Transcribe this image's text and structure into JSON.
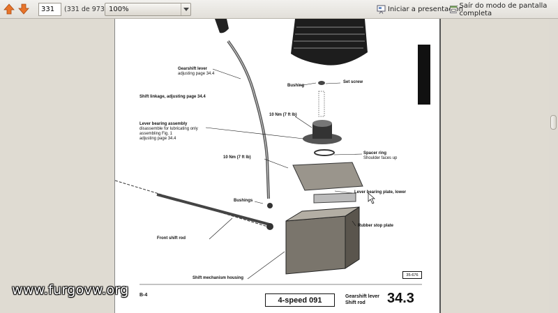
{
  "toolbar": {
    "page_number": "331",
    "page_count": "(331 de 973)",
    "zoom": "100%",
    "start_presentation": "Iniciar a presentación",
    "exit_fullscreen": "Saír do modo de pantalla completa"
  },
  "document": {
    "labels": {
      "gearshift_lever_1": "Gearshift lever",
      "gearshift_lever_2": "adjusting page 34.4",
      "shift_linkage": "Shift linkage, adjusting page 34.4",
      "lever_bearing_1": "Lever bearing assembly",
      "lever_bearing_2": "disassemble for lubricating only",
      "lever_bearing_3": "assembling Fig. 1",
      "lever_bearing_4": "adjusting page 34.4",
      "bushing": "Bushing",
      "set_screw": "Set screw",
      "torque_1": "10 Nm (7 ft lb)",
      "torque_2": "10 Nm (7 ft lb)",
      "spacer_ring_1": "Spacer ring",
      "spacer_ring_2": "Shoulder faces up",
      "lever_bearing_plate": "Lever bearing plate, lower",
      "bushings": "Bushings",
      "rubber_stop_plate": "Rubber stop plate",
      "front_shift_rod": "Front shift rod",
      "shift_mechanism_housing": "Shift mechanism housing",
      "figure_code": "35-676"
    },
    "footer": {
      "page_ref": "B-4",
      "section": "4-speed 091",
      "title_1": "Gearshift lever",
      "title_2": "Shift rod",
      "number": "34.3"
    }
  },
  "watermark": "www.furgovw.org",
  "colors": {
    "toolbar_bg": "#e9e7e2",
    "viewer_bg": "#dfdbd2",
    "arrow_orange": "#e8742a"
  }
}
